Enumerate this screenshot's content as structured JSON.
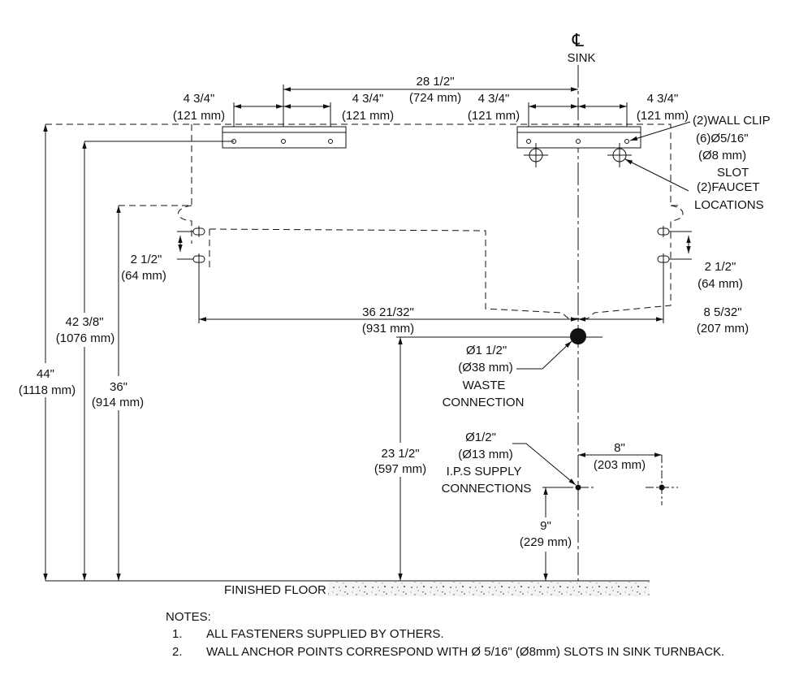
{
  "centerline": {
    "symbol": "℄",
    "label": "SINK"
  },
  "top_dims": {
    "overall": "28 1/2\"",
    "overall_mm": "(724 mm)",
    "a": "4 3/4\"",
    "a_mm": "(121 mm)",
    "b": "4 3/4\"",
    "b_mm": "(121 mm)",
    "c": "4 3/4\"",
    "c_mm": "(121 mm)",
    "d": "4 3/4\"",
    "d_mm": "(121 mm)"
  },
  "callouts": {
    "wall_clip": "(2)WALL CLIP",
    "slot_size": "(6)Ø5/16\"",
    "slot_mm": "(Ø8 mm)",
    "slot": "SLOT",
    "faucet_1": "(2)FAUCET",
    "faucet_2": "LOCATIONS",
    "waste_size": "Ø1  1/2\"",
    "waste_mm": "(Ø38 mm)",
    "waste_1": "WASTE",
    "waste_2": "CONNECTION",
    "supply_size": "Ø1/2\"",
    "supply_mm": "(Ø13 mm)",
    "supply_1": "I.P.S SUPPLY",
    "supply_2": "CONNECTIONS"
  },
  "dims": {
    "left_slot": "2 1/2\"",
    "left_slot_mm": "(64 mm)",
    "right_slot": "2 1/2\"",
    "right_slot_mm": "(64 mm)",
    "anchor_span": "36 21/32\"",
    "anchor_span_mm": "(931 mm)",
    "right_off": "8 5/32\"",
    "right_off_mm": "(207 mm)",
    "h44": "44\"",
    "h44_mm": "(1118 mm)",
    "h42": "42 3/8\"",
    "h42_mm": "(1076 mm)",
    "h36": "36\"",
    "h36_mm": "(914 mm)",
    "h23": "23 1/2\"",
    "h23_mm": "(597 mm)",
    "supply_off": "8\"",
    "supply_off_mm": "(203 mm)",
    "supply_h": "9\"",
    "supply_h_mm": "(229 mm)"
  },
  "floor_label": "FINISHED FLOOR",
  "notes": {
    "title": "NOTES:",
    "items": [
      {
        "num": "1.",
        "text": "ALL FASTENERS SUPPLIED BY OTHERS."
      },
      {
        "num": "2.",
        "text": "WALL ANCHOR POINTS CORRESPOND WITH Ø 5/16\" (Ø8mm) SLOTS IN SINK TURNBACK."
      }
    ]
  }
}
